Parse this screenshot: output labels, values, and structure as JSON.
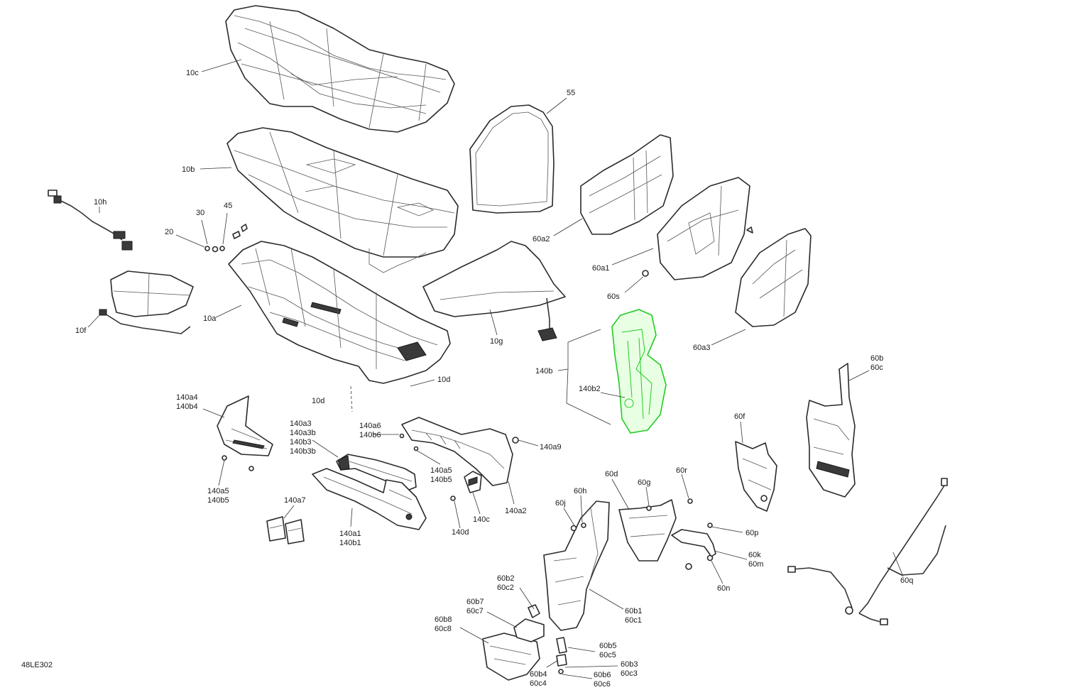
{
  "drawing_code": "48LE302",
  "highlight_color": "#22cc22",
  "labels": {
    "l10c": "10c",
    "l55": "55",
    "l10b": "10b",
    "l10h": "10h",
    "l30": "30",
    "l45": "45",
    "l20": "20",
    "l60a2": "60a2",
    "l60a1": "60a1",
    "l60s": "60s",
    "l10a": "10a",
    "l10f": "10f",
    "l10g": "10g",
    "l60a3": "60a3",
    "l140b": "140b",
    "l140b2": "140b2",
    "l60b": "60b",
    "l60c": "60c",
    "l10d_a": "10d",
    "l10d_b": "10d",
    "l140a4": "140a4",
    "l140b4": "140b4",
    "l140a3": "140a3",
    "l140a3b": "140a3b",
    "l140b3": "140b3",
    "l140b3b": "140b3b",
    "l140a6": "140a6",
    "l140b6": "140b6",
    "l140a9": "140a9",
    "l60f": "60f",
    "l140a5_a": "140a5",
    "l140b5_a": "140b5",
    "l140a5_b": "140a5",
    "l140b5_b": "140b5",
    "l60d": "60d",
    "l60r": "60r",
    "l60h": "60h",
    "l60g": "60g",
    "l140a7": "140a7",
    "l60j": "60j",
    "l140c": "140c",
    "l140a2": "140a2",
    "l140d": "140d",
    "l140a1": "140a1",
    "l140b1": "140b1",
    "l60p": "60p",
    "l60k": "60k",
    "l60m": "60m",
    "l60n": "60n",
    "l60q": "60q",
    "l60b2": "60b2",
    "l60c2": "60c2",
    "l60b1": "60b1",
    "l60c1": "60c1",
    "l60b7": "60b7",
    "l60c7": "60c7",
    "l60b8": "60b8",
    "l60c8": "60c8",
    "l60b5": "60b5",
    "l60c5": "60c5",
    "l60b3": "60b3",
    "l60c3": "60c3",
    "l60b4": "60b4",
    "l60c4": "60c4",
    "l60b6": "60b6",
    "l60c6": "60c6"
  }
}
